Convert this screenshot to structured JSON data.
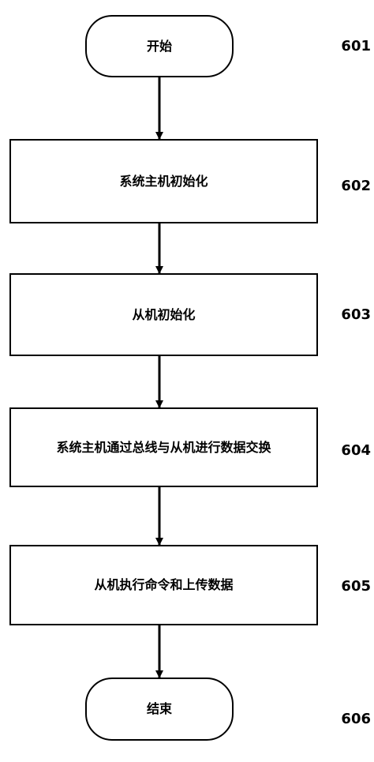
{
  "flowchart": {
    "steps": [
      {
        "id": "601",
        "label": "开始",
        "shape": "terminal"
      },
      {
        "id": "602",
        "label": "系统主机初始化",
        "shape": "process"
      },
      {
        "id": "603",
        "label": "从机初始化",
        "shape": "process"
      },
      {
        "id": "604",
        "label": "系统主机通过总线与从机进行数据交换",
        "shape": "process"
      },
      {
        "id": "605",
        "label": "从机执行命令和上传数据",
        "shape": "process"
      },
      {
        "id": "606",
        "label": "结束",
        "shape": "terminal"
      }
    ],
    "colors": {
      "stroke": "#000000",
      "fill": "#ffffff",
      "text": "#000000"
    }
  }
}
